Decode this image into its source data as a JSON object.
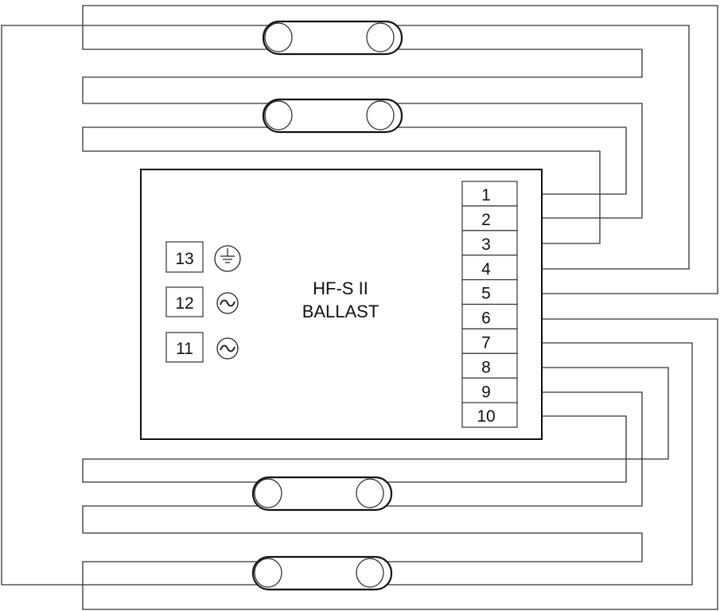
{
  "ballast": {
    "line1": "HF-S II",
    "line2": "BALLAST"
  },
  "terminals": [
    "1",
    "2",
    "3",
    "4",
    "5",
    "6",
    "7",
    "8",
    "9",
    "10"
  ],
  "supply_terminals": [
    {
      "label": "13",
      "symbol": "earth-ground"
    },
    {
      "label": "12",
      "symbol": "ac-tilde"
    },
    {
      "label": "11",
      "symbol": "ac-tilde"
    }
  ],
  "lamps": [
    "lamp-1",
    "lamp-2",
    "lamp-3",
    "lamp-4"
  ]
}
